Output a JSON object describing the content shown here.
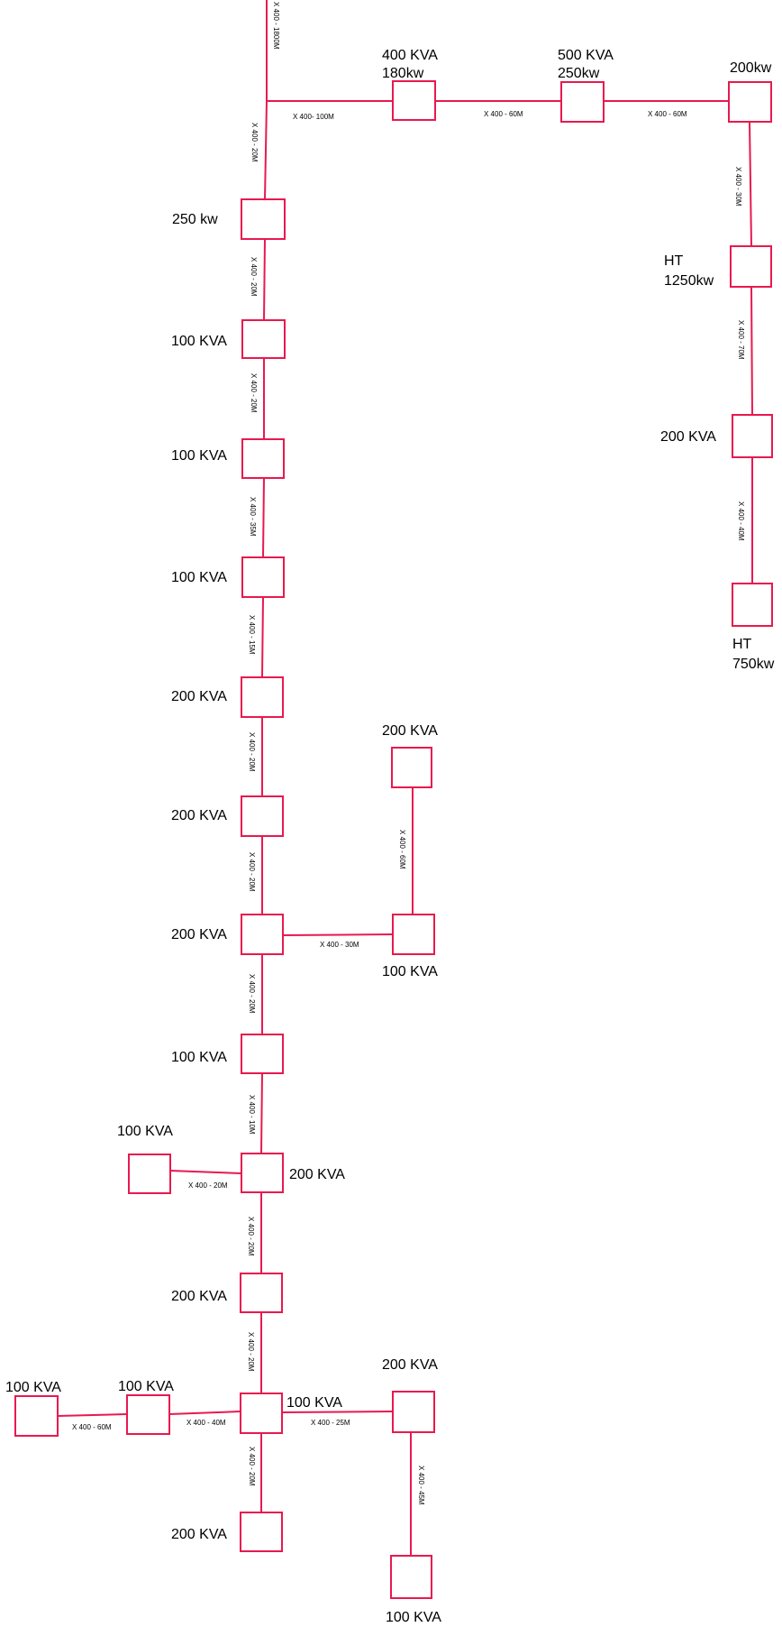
{
  "colors": {
    "line": "#e8194f",
    "text": "#000000",
    "background": "#ffffff"
  },
  "nodes": {
    "n400kva": {
      "label1": "400 KVA",
      "label2": "180kw"
    },
    "n500kva": {
      "label1": "500 KVA",
      "label2": "250kw"
    },
    "n200kw": {
      "label": "200kw"
    },
    "nht1250": {
      "label1": "HT",
      "label2": "1250kw"
    },
    "n200kva_right": {
      "label": "200 KVA"
    },
    "nht750": {
      "label1": "HT",
      "label2": "750kw"
    },
    "n250kw": {
      "label": "250 kw"
    },
    "m1": {
      "label": "100 KVA"
    },
    "m2": {
      "label": "100 KVA"
    },
    "m3": {
      "label": "100 KVA"
    },
    "m4": {
      "label": "200 KVA"
    },
    "m5": {
      "label": "200 KVA"
    },
    "m6": {
      "label": "200 KVA"
    },
    "b1_top": {
      "label": "200 KVA"
    },
    "b1_mid": {
      "label": "100 KVA"
    },
    "m7": {
      "label": "100 KVA"
    },
    "m8": {
      "label": "200 KVA"
    },
    "bl": {
      "label": "100 KVA"
    },
    "m9": {
      "label": "200 KVA"
    },
    "m10": {
      "label": "100 KVA"
    },
    "l1": {
      "label": "100 KVA"
    },
    "l2": {
      "label": "100 KVA"
    },
    "r1": {
      "label": "200 KVA"
    },
    "r2": {
      "label": "100 KVA"
    },
    "m11": {
      "label": "200 KVA"
    }
  },
  "cables": {
    "c_top": "X 400 - 1800M",
    "c_main_h": "X 400- 100M",
    "c_400_500": "X 400 - 60M",
    "c_500_200kw": "X 400 - 60M",
    "c_200kw_ht": "X 400 - 30M",
    "c_ht_200kva": "X 400 - 70M",
    "c_200kva_ht750": "X 400 - 40M",
    "c_v1": "X 400 - 20M",
    "c_v2": "X 400 - 20M",
    "c_v3": "X 400 - 20M",
    "c_v4": "X 400 - 35M",
    "c_v5": "X 400 - 15M",
    "c_v6": "X 400 - 20M",
    "c_v7": "X 400 - 20M",
    "c_b1_h": "X 400 - 30M",
    "c_b1_v": "X 400 - 60M",
    "c_v8": "X 400 - 20M",
    "c_v9": "X 400 - 10M",
    "c_bl": "X 400 - 20M",
    "c_v10": "X 400 - 20M",
    "c_v11": "X 400 - 20M",
    "c_l2_l1": "X 400 - 60M",
    "c_m10_l2": "X 400 - 40M",
    "c_m10_r1": "X 400 - 25M",
    "c_r1_r2": "X 400 - 45M",
    "c_v12": "X 400 - 20M"
  }
}
